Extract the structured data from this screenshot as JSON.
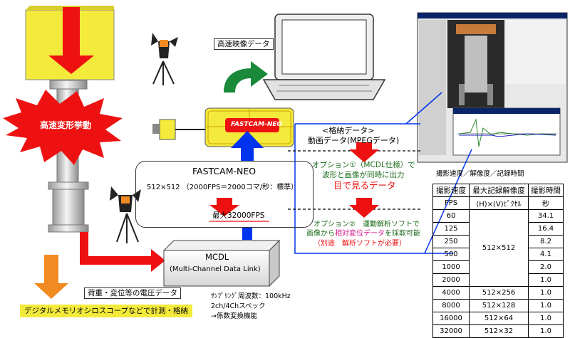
{
  "labels": {
    "high_speed_deformation": "高速変形挙動",
    "high_speed_video_data": "高速映像データ",
    "camera_logo": "FASTCAM-NEO",
    "storage_data_title": "<格納データ>",
    "storage_data_detail": "動画データ(MPEGデータ)",
    "option1_line1": "オプション①（MCDL仕様）で",
    "option1_line2": "波形と画像が同時に出力",
    "option1_highlight": "目で見るデータ",
    "option2_line1": "オプション②　運動解析ソフトで",
    "option2_line2_pre": "画像から",
    "option2_line2_highlight": "相対変位データ",
    "option2_line2_post": "を採取可能",
    "option2_line3": "（別途　解析ソフトが必要）",
    "fastcam_title": "FASTCAM-NEO",
    "fastcam_spec": "512×512 （2000FPS＝2000コマ/秒：標準）",
    "fastcam_max": "最大32000FPS",
    "mcdl_title": "MCDL",
    "mcdl_sub": "(Multi-Channel Data Link)",
    "voltage_data": "荷重・変位等の電圧データ",
    "digital_memory": "デジタルメモリオシロスコープなどで計測・格納",
    "sampling_line1": "ｻﾝﾌﾟﾘﾝｸﾞ周波数：100kHz",
    "sampling_line2": "2ch/4Chスペック",
    "sampling_line3": "→係数変換機能",
    "table_caption": "撮影速度／解像度／記録時間"
  },
  "table": {
    "headers": [
      "撮影速度",
      "最大記録解像度",
      "撮影時間"
    ],
    "units": [
      "FPS",
      "(H)×(V)ﾋﾟｸｾﾙ",
      "秒"
    ],
    "rows": [
      {
        "fps": "60",
        "res": "",
        "time": "34.1"
      },
      {
        "fps": "125",
        "res": "",
        "time": "16.4"
      },
      {
        "fps": "250",
        "res": "512×512",
        "time": "8.2"
      },
      {
        "fps": "500",
        "res": "",
        "time": "4.1"
      },
      {
        "fps": "1000",
        "res": "",
        "time": "2.0"
      },
      {
        "fps": "2000",
        "res": "",
        "time": "1.0"
      },
      {
        "fps": "4000",
        "res": "512×256",
        "time": "1.0"
      },
      {
        "fps": "8000",
        "res": "512×128",
        "time": "1.0"
      },
      {
        "fps": "16000",
        "res": "512×64",
        "time": "1.0"
      },
      {
        "fps": "32000",
        "res": "512×32",
        "time": "1.0"
      }
    ]
  },
  "colors": {
    "red": "#ee1111",
    "blue": "#0033ee",
    "green": "#1a8a3a",
    "yellow": "#f4ea3c",
    "orange": "#f28a22",
    "gray": "#c8c8c8"
  }
}
